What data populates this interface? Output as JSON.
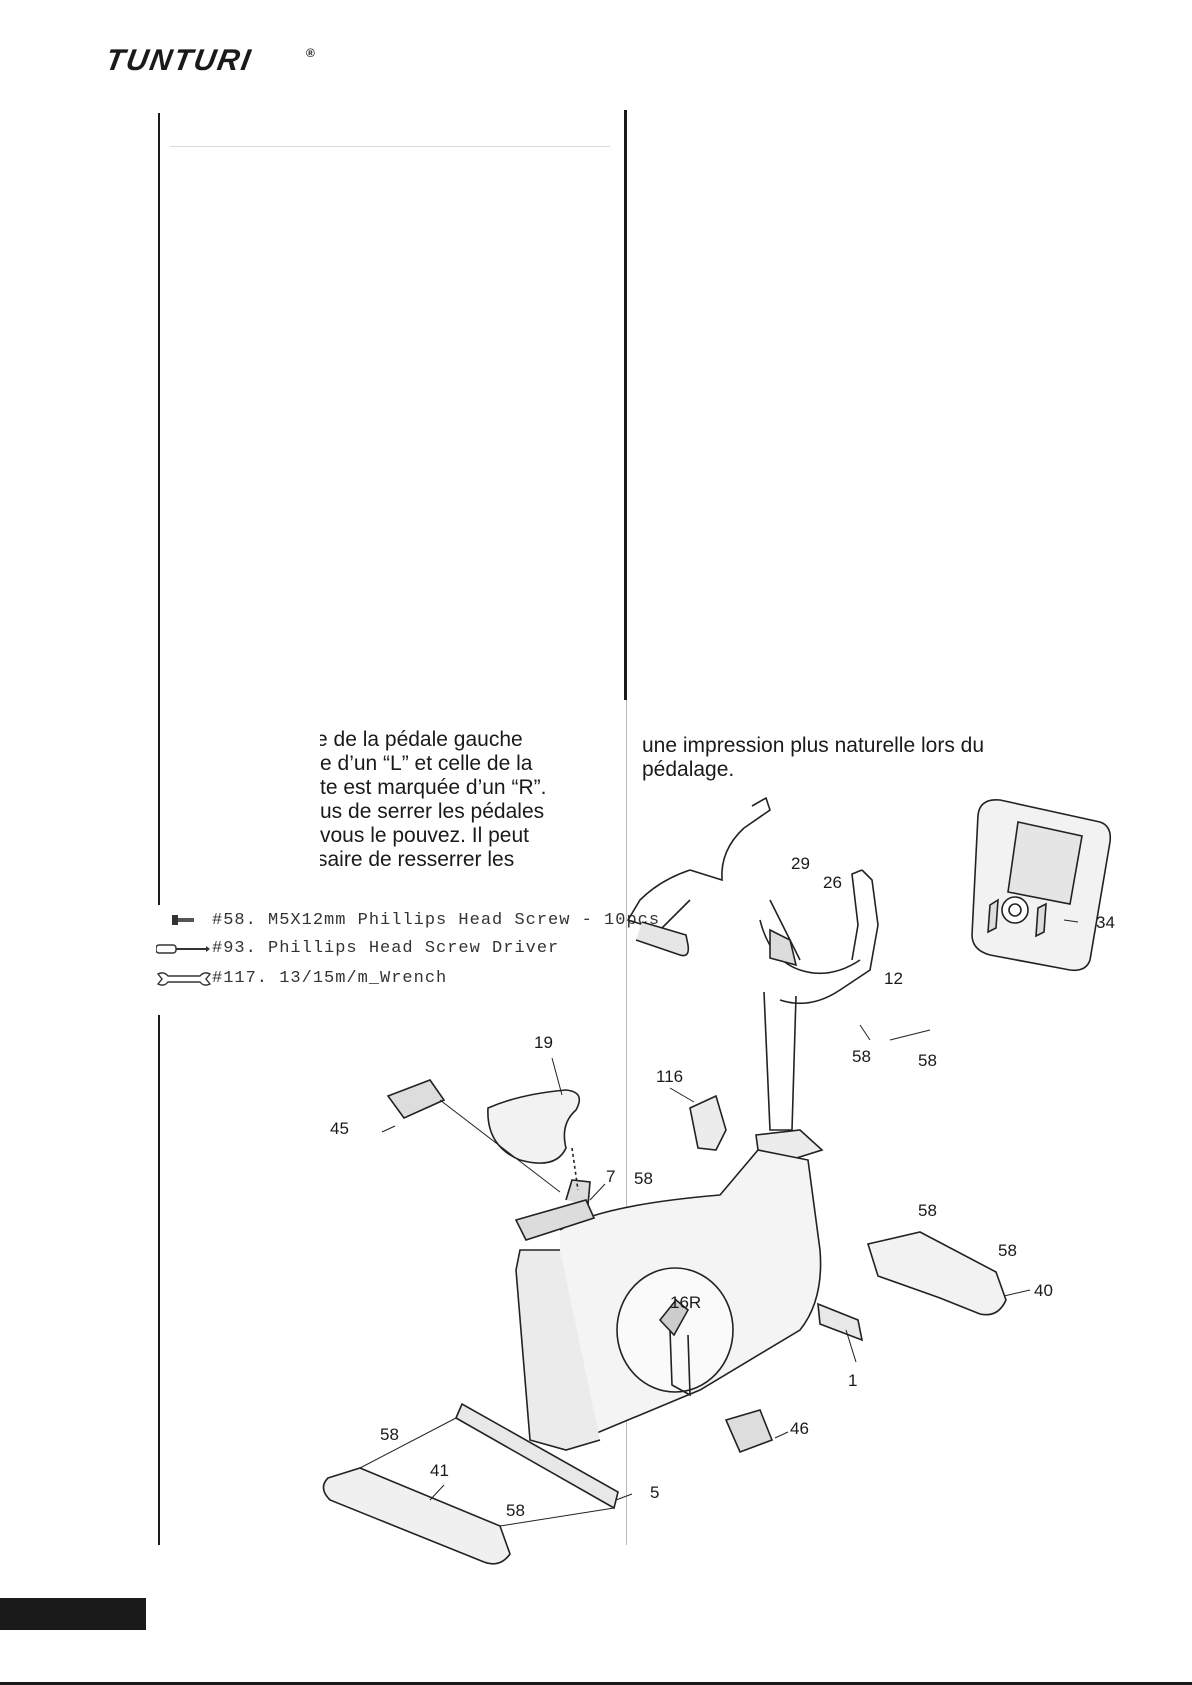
{
  "header": {
    "brand": "TUNTURI",
    "registered_mark": "®"
  },
  "left_column": {
    "text_lines": [
      "e de la pédale gauche",
      "e d’un “L” et celle de la",
      "te est marquée d’un “R”.",
      "us de serrer les pédales",
      "vous le pouvez. Il peut",
      "saire de resserrer les"
    ]
  },
  "right_column": {
    "text_lines": [
      "une impression plus naturelle lors du",
      "pédalage."
    ]
  },
  "tools": [
    {
      "icon": "screw-icon",
      "label": "#58. M5X12mm Phillips Head Screw - 10pcs"
    },
    {
      "icon": "screwdriver-icon",
      "label": "#93. Phillips Head Screw Driver"
    },
    {
      "icon": "wrench-icon",
      "label": "#117. 13/15m/m_Wrench"
    }
  ],
  "diagram": {
    "part_labels": {
      "p29": "29",
      "p26": "26",
      "p34": "34",
      "p12": "12",
      "p58a": "58",
      "p58b": "58",
      "p19": "19",
      "p116": "116",
      "p45": "45",
      "p58c": "58",
      "p7": "7",
      "p58d": "58",
      "p58e": "58",
      "p40": "40",
      "p16r": "16R",
      "p1": "1",
      "p46": "46",
      "p58f": "58",
      "p41": "41",
      "p58g": "58",
      "p5": "5"
    }
  }
}
